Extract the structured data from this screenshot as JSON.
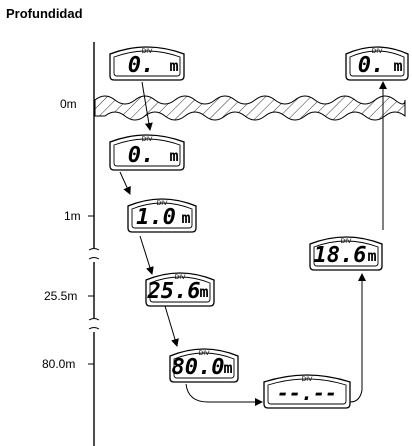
{
  "title": "Profundidad",
  "depth_labels": [
    "0m",
    "1m",
    "25.5m",
    "80.0m"
  ],
  "div_label": "DIV",
  "displays": [
    {
      "id": "start-surface",
      "value": "0.",
      "unit": "m"
    },
    {
      "id": "surface-underwater",
      "value": "0.",
      "unit": "m"
    },
    {
      "id": "depth-1m",
      "value": "1.0",
      "unit": "m"
    },
    {
      "id": "depth-25m",
      "value": "25.6",
      "unit": "m"
    },
    {
      "id": "depth-80m",
      "value": "80.0",
      "unit": "m"
    },
    {
      "id": "out-of-range",
      "value": "--.--",
      "unit": ""
    },
    {
      "id": "ascent-18m",
      "value": "18.6",
      "unit": "m"
    },
    {
      "id": "end-surface",
      "value": "0.",
      "unit": "m"
    }
  ]
}
